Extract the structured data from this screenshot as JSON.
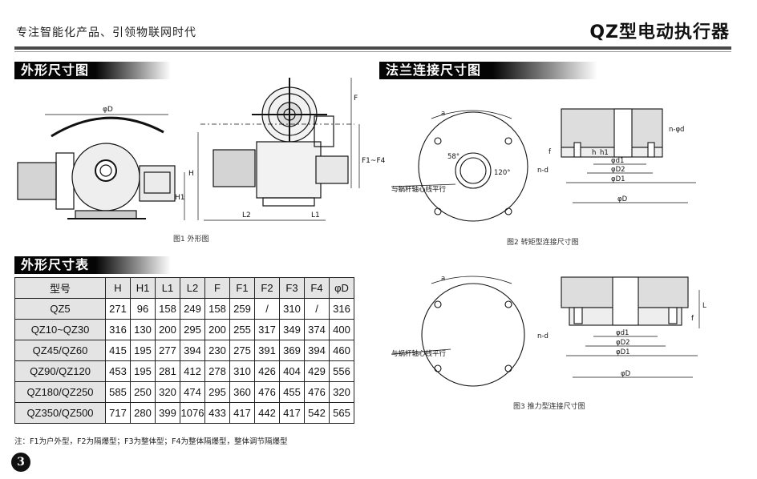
{
  "header": {
    "slogan": "专注智能化产品、引领物联网时代",
    "product": "QZ型电动执行器"
  },
  "sections": {
    "outline_drawing": "外形尺寸图",
    "flange_drawing": "法兰连接尺寸图",
    "outline_table": "外形尺寸表"
  },
  "figures": {
    "fig1": {
      "caption": "图1  外形图",
      "labels": {
        "D": "φD",
        "H": "H",
        "H1": "H1",
        "L1": "L1",
        "L2": "L2",
        "F": "F",
        "F1F4": "F1~F4"
      }
    },
    "fig2": {
      "caption": "图2 转矩型连接尺寸图",
      "labels": {
        "a": "a",
        "angle": "58°",
        "angle2": "120°",
        "parallel": "与蜗杆轴心线平行",
        "nd": "n-d",
        "nphid": "n-φd",
        "f": "f",
        "h": "h",
        "h1": "h1",
        "d1": "φd1",
        "D2": "φD2",
        "D1": "φD1",
        "D": "φD"
      }
    },
    "fig3": {
      "caption": "图3 推力型连接尺寸图",
      "labels": {
        "a": "a",
        "parallel": "与蜗杆轴心线平行",
        "nd": "n-d",
        "L": "L",
        "f": "f",
        "d1": "φd1",
        "D2": "φD2",
        "D1": "φD1",
        "D": "φD"
      }
    }
  },
  "table": {
    "headers": [
      "型号",
      "H",
      "H1",
      "L1",
      "L2",
      "F",
      "F1",
      "F2",
      "F3",
      "F4",
      "φD"
    ],
    "rows": [
      [
        "QZ5",
        "271",
        "96",
        "158",
        "249",
        "158",
        "259",
        "/",
        "310",
        "/",
        "316"
      ],
      [
        "QZ10~QZ30",
        "316",
        "130",
        "200",
        "295",
        "200",
        "255",
        "317",
        "349",
        "374",
        "400"
      ],
      [
        "QZ45/QZ60",
        "415",
        "195",
        "277",
        "394",
        "230",
        "275",
        "391",
        "369",
        "394",
        "460"
      ],
      [
        "QZ90/QZ120",
        "453",
        "195",
        "281",
        "412",
        "278",
        "310",
        "426",
        "404",
        "429",
        "556"
      ],
      [
        "QZ180/QZ250",
        "585",
        "250",
        "320",
        "474",
        "295",
        "360",
        "476",
        "455",
        "476",
        "320"
      ],
      [
        "QZ350/QZ500",
        "717",
        "280",
        "399",
        "1076",
        "433",
        "417",
        "442",
        "417",
        "542",
        "565"
      ]
    ]
  },
  "note": "注：F1为户外型，F2为隔爆型；F3为整体型；F4为整体隔爆型，整体调节隔爆型",
  "page_number": "3"
}
